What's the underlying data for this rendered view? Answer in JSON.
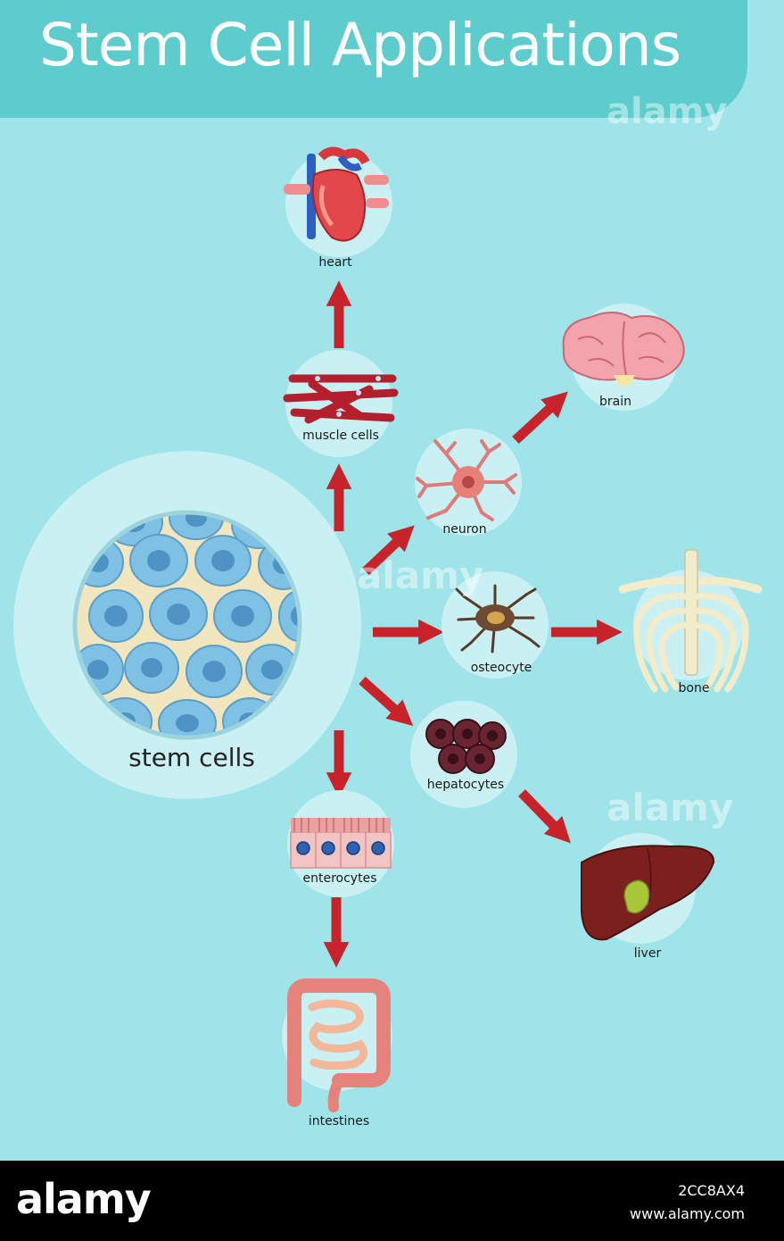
{
  "title": "Stem Cell Applications",
  "colors": {
    "background": "#9ee4e8",
    "title_bar": "#5ccccc",
    "arrow": "#c8232b",
    "circle": "#c9f0f2"
  },
  "center": {
    "label": "stem cells"
  },
  "nodes": {
    "heart": "heart",
    "muscle_cells": "muscle cells",
    "brain": "brain",
    "neuron": "neuron",
    "osteocyte": "osteocyte",
    "bone": "bone",
    "hepatocytes": "hepatocytes",
    "liver": "liver",
    "enterocytes": "enterocytes",
    "intestines": "intestines"
  },
  "watermark": "alamy",
  "footer": {
    "logo": "alamy",
    "image_id": "2CC8AX4",
    "url": "www.alamy.com"
  }
}
